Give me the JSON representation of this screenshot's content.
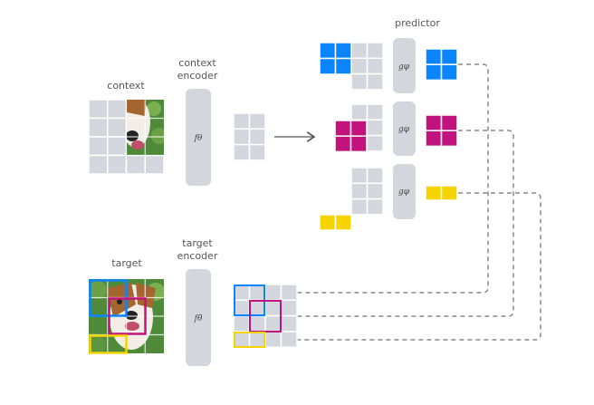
{
  "labels": {
    "context": "context",
    "context_encoder_line1": "context",
    "context_encoder_line2": "encoder",
    "predictor": "predictor",
    "target": "target",
    "target_encoder_line1": "target",
    "target_encoder_line2": "encoder"
  },
  "functions": {
    "context_encoder": "fθ",
    "predictor": "gφ",
    "target_encoder": "fθ̄"
  },
  "colors": {
    "block_1": "#0a84ff",
    "block_2": "#c2127e",
    "block_3": "#f5d400",
    "patch_gray": "#d3d6dc",
    "dashed_line": "#888888"
  }
}
